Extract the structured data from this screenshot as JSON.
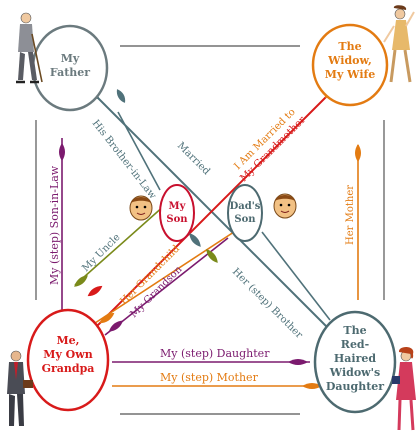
{
  "nodes": {
    "father": {
      "line1": "My",
      "line2": "Father"
    },
    "widow": {
      "line1": "The",
      "line2": "Widow,",
      "line3": "My Wife"
    },
    "my_son": {
      "line1": "My",
      "line2": "Son"
    },
    "dads_son": {
      "line1": "Dad's",
      "line2": "Son"
    },
    "grandpa": {
      "line1": "Me,",
      "line2": "My Own",
      "line3": "Grandpa"
    },
    "daughter": {
      "line1": "The",
      "line2": "Red-",
      "line3": "Haired",
      "line4": "Widow's",
      "line5": "Daughter"
    }
  },
  "relations": {
    "his_brother_in_law": "His Brother-in-Law",
    "married": "Married",
    "i_am_married_to": "I Am Married to",
    "my_grandmother": "My Grandmother",
    "my_step_son_in_law": "My (step) Son-in-Law",
    "her_mother": "Her Mother",
    "my_uncle": "My Uncle",
    "her_grandchild": "Her Grandchild",
    "my_grandson": "My Grandson",
    "her_step_brother": "Her (step) Brother",
    "my_step_daughter": "My (step) Daughter",
    "my_step_mother": "My (step) Mother"
  },
  "colors": {
    "father": "#6b7a7e",
    "widow": "#e37b12",
    "son": "#c8102e",
    "dads_son": "#4d6a70",
    "grandpa": "#d81a1a",
    "daughter": "#4d6a70",
    "purple": "#7b1a6e",
    "olive": "#7a8a1a",
    "slate": "#50727a"
  }
}
